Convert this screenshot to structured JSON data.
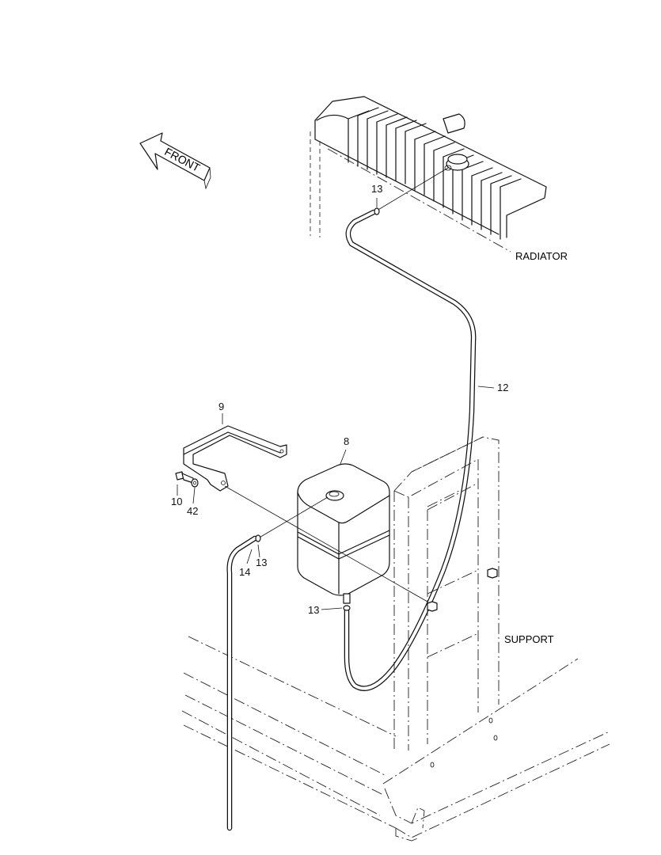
{
  "direction": {
    "text": "FRONT"
  },
  "parts": {
    "radiator": "RADIATOR",
    "support": "SUPPORT"
  },
  "callouts": {
    "p8": "8",
    "p9": "9",
    "p10": "10",
    "p12": "12",
    "p13_top": "13",
    "p13_mid": "13",
    "p13_low": "13",
    "p14": "14",
    "p42": "42"
  }
}
